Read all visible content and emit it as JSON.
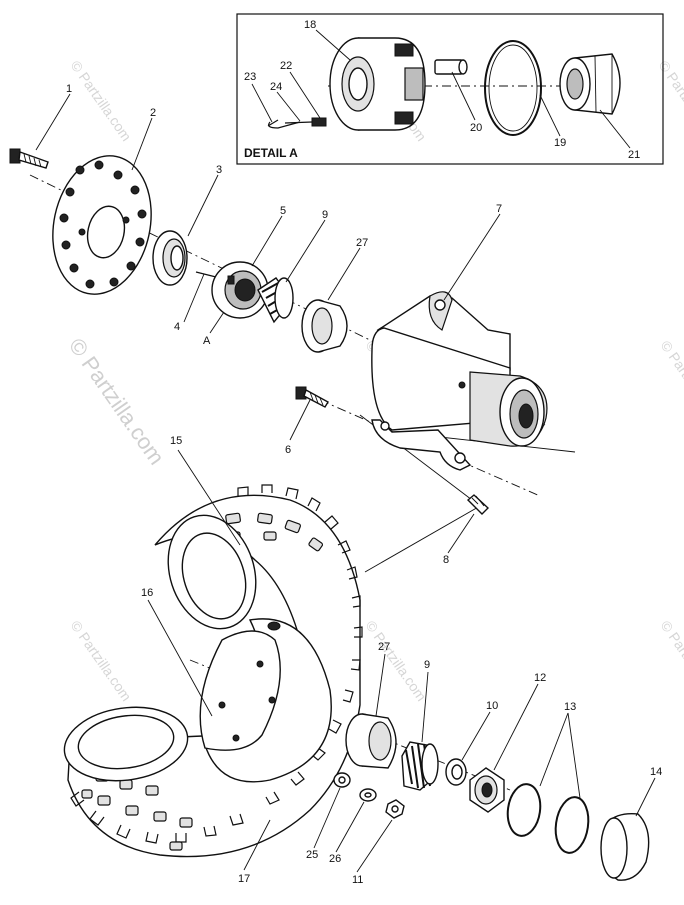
{
  "detail": {
    "title": "DETAIL A"
  },
  "callouts": {
    "p1": "1",
    "p2": "2",
    "p3": "3",
    "p4": "4",
    "p5": "5",
    "p6": "6",
    "p7": "7",
    "p8": "8",
    "p9a": "9",
    "p9b": "9",
    "p10": "10",
    "p11": "11",
    "p12": "12",
    "p13": "13",
    "p14": "14",
    "p15": "15",
    "p16": "16",
    "p17": "17",
    "p18": "18",
    "p19": "19",
    "p20": "20",
    "p21": "21",
    "p22": "22",
    "p23": "23",
    "p24": "24",
    "p25": "25",
    "p26": "26",
    "p27a": "27",
    "p27b": "27",
    "pA": "A"
  },
  "watermark": {
    "text": "© Partzilla.com"
  }
}
